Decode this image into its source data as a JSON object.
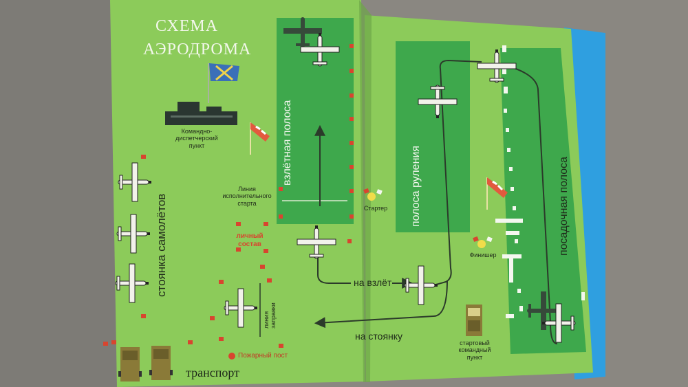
{
  "title": {
    "line1": "СХЕМА",
    "line2": "АЭРОДРОМА"
  },
  "labels": {
    "control_tower": "Командно-\nдиспетчерский\nпункт",
    "takeoff_runway": "взлётная полоса",
    "taxiway": "полоса руления",
    "landing_runway": "посадочная полоса",
    "aircraft_parking": "стоянка самолётов",
    "executive_start_line": "Линия\nисполнительного\nстарта",
    "starter": "Стартер",
    "finisher": "Финишер",
    "personnel": "личный\nсостав",
    "refuel_line": "линия\nзаправки",
    "fire_post": "Пожарный пост",
    "transport": "транспорт",
    "to_takeoff": "на взлёт",
    "to_parking": "на стоянку",
    "start_command_post": "стартовый\nкомандный\nпункт"
  },
  "colors": {
    "page_green": "#8ccb5a",
    "runway_green": "#3ea84c",
    "arrow": "#2b3a2a",
    "accent_red": "#d8452f",
    "cover_blue": "#2f9fe0"
  }
}
